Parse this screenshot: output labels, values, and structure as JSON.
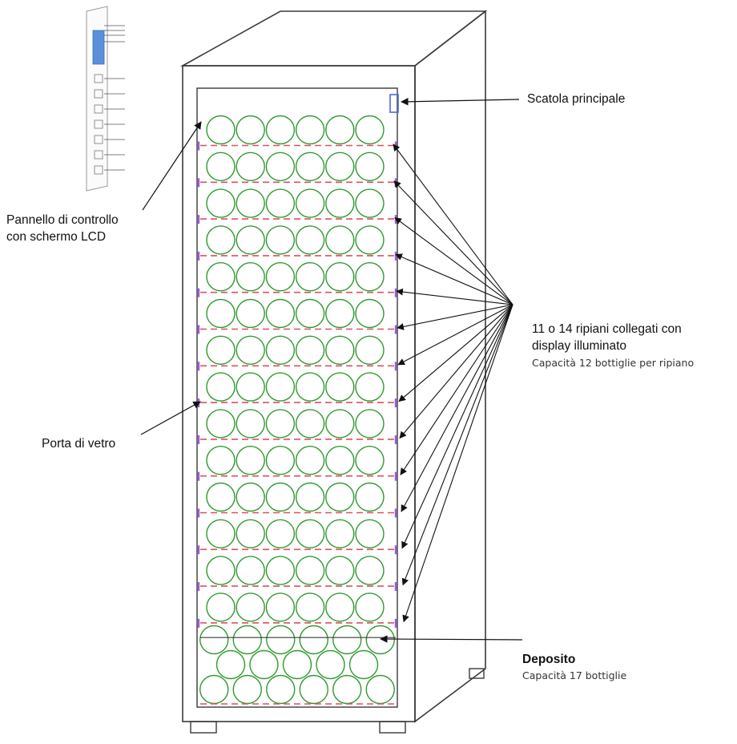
{
  "colors": {
    "outline": "#3a3a3a",
    "bottle": "#2e9a2e",
    "shelf_dash": "#d9525f",
    "shelf_led": "#a259d9",
    "main_box": "#4a6bd8",
    "arrow": "#111111",
    "panel_screen": "#5b8fdc"
  },
  "labels": {
    "main_box": "Scatola principale",
    "control_panel_line1": "Pannello di controllo",
    "control_panel_line2": "con schermo LCD",
    "shelves_line1": "11 o 14 ripiani collegati con",
    "shelves_line2": "display illuminato",
    "shelves_capacity": "Capacità 12 bottiglie per ripiano",
    "glass_door": "Porta di vetro",
    "deposit": "Deposito",
    "deposit_capacity": "Capacità 17 bottiglie"
  },
  "cabinet": {
    "shelf_rows": 14,
    "bottles_per_row": 6,
    "deposit_bottle_rows": [
      6,
      5,
      6
    ]
  },
  "icons": {
    "control_panel": "control-panel-icon",
    "bottle": "bottle-icon"
  }
}
